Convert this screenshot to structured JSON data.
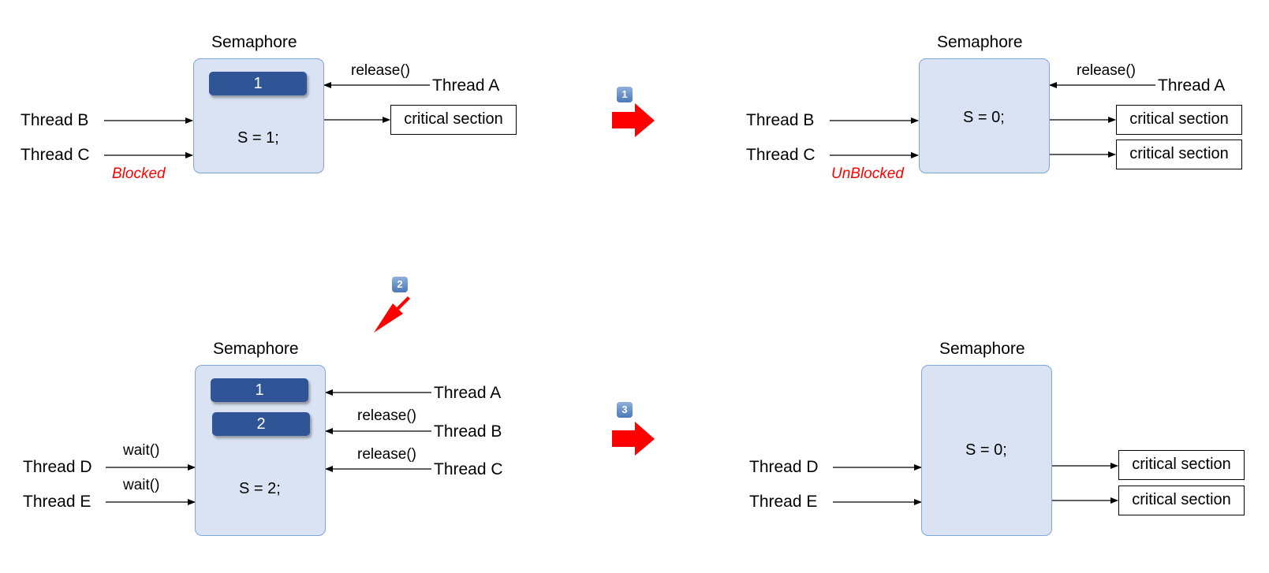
{
  "colors": {
    "semaphore_fill": "#dae3f3",
    "semaphore_border": "#7ea6d8",
    "permit_fill": "#2f5597",
    "status_text": "#ff0000",
    "step_arrow": "#ff0000",
    "badge": "#5b86c2"
  },
  "panels": {
    "p1": {
      "title": "Semaphore",
      "permits": [
        "1"
      ],
      "s_value": "S = 1;",
      "left_threads": [
        "Thread B",
        "Thread C"
      ],
      "status": "Blocked",
      "right_threads": [
        "Thread A"
      ],
      "right_call": "release()",
      "critical_sections": [
        "critical section"
      ]
    },
    "p2": {
      "title": "Semaphore",
      "s_value": "S = 0;",
      "left_threads": [
        "Thread B",
        "Thread C"
      ],
      "status": "UnBlocked",
      "right_threads": [
        "Thread A"
      ],
      "right_call": "release()",
      "critical_sections": [
        "critical section",
        "critical section"
      ]
    },
    "p3": {
      "title": "Semaphore",
      "permits": [
        "1",
        "2"
      ],
      "s_value": "S = 2;",
      "left_threads": [
        "Thread D",
        "Thread E"
      ],
      "left_calls": [
        "wait()",
        "wait()"
      ],
      "right_threads": [
        "Thread A",
        "Thread B",
        "Thread C"
      ],
      "right_calls": [
        "release()",
        "release()"
      ]
    },
    "p4": {
      "title": "Semaphore",
      "s_value": "S = 0;",
      "left_threads": [
        "Thread D",
        "Thread E"
      ],
      "critical_sections": [
        "critical section",
        "critical section"
      ]
    }
  },
  "steps": [
    {
      "badge": "1",
      "icon": "right-arrow-icon"
    },
    {
      "badge": "2",
      "icon": "down-left-arrow-icon"
    },
    {
      "badge": "3",
      "icon": "right-arrow-icon"
    }
  ]
}
